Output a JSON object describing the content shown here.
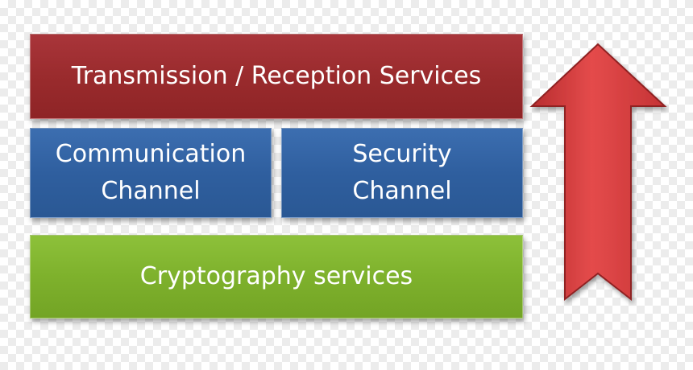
{
  "blocks": {
    "top": "Transmission / Reception Services",
    "left": "Communication\nChannel",
    "right": "Security\nChannel",
    "bottom": "Cryptography services"
  },
  "arrow": {
    "icon": "up-arrow-icon",
    "color": "#d43a3a"
  }
}
